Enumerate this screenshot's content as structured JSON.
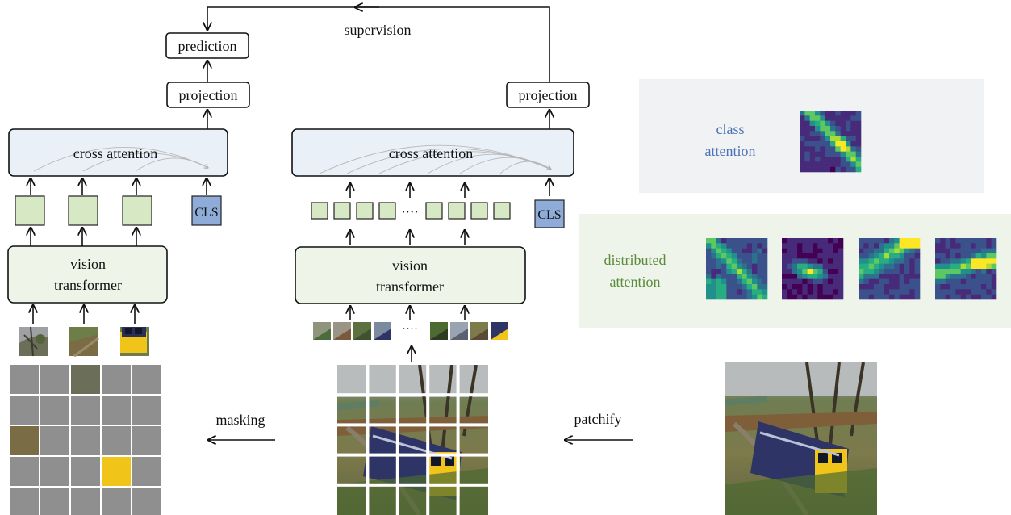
{
  "labels": {
    "supervision": "supervision",
    "prediction": "prediction",
    "projection_left": "projection",
    "projection_right": "projection",
    "cross_attention_left": "cross attention",
    "cross_attention_right": "cross attention",
    "vision_transformer_left_line1": "vision",
    "vision_transformer_left_line2": "transformer",
    "vision_transformer_right_line1": "vision",
    "vision_transformer_right_line2": "transformer",
    "cls_left": "CLS",
    "cls_right": "CLS",
    "ellipsis_tokens": "····",
    "ellipsis_patches": "····",
    "masking": "masking",
    "patchify": "patchify"
  },
  "panels": {
    "class_attention": {
      "line1": "class",
      "line2": "attention",
      "color": "#4a72b8",
      "bg": "#f1f2f4"
    },
    "distributed_attention": {
      "line1": "distributed",
      "line2": "attention",
      "color": "#5a8a3a",
      "bg": "#eef4ea"
    }
  },
  "colors": {
    "token_green": "#d6e9c4",
    "cls_blue": "#8facd8",
    "cross_attention_fill": "#eaf0f8",
    "transformer_fill": "#eef5e8",
    "mask_gray": "#8f8f8f",
    "viridis_dark": "#3b1f5e",
    "viridis_yellow": "#f5e625"
  },
  "masking": {
    "grid_size": 5,
    "visible_patches": 3
  },
  "heatmaps": {
    "class_attention_count": 1,
    "distributed_attention_count": 4
  }
}
